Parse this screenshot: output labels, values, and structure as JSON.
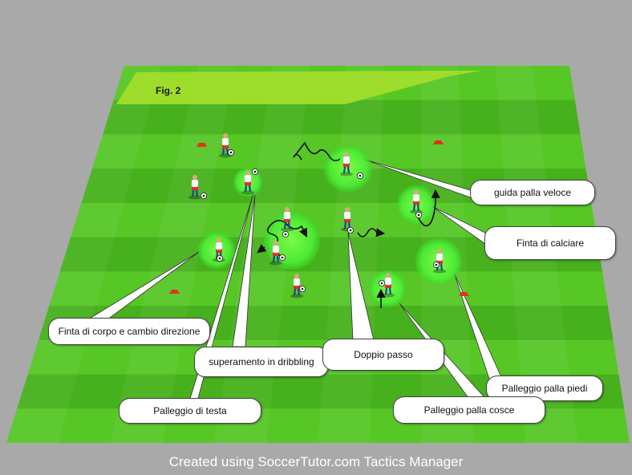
{
  "figure": {
    "label": "Fig. 2"
  },
  "callouts": {
    "guida_palla_veloce": "guida palla veloce",
    "finta_di_calciare": "Finta di calciare",
    "finta_di_corpo": "Finta di corpo e cambio direzione",
    "superamento_dribbling": "superamento in dribbling",
    "doppio_passo": "Doppio passo",
    "palleggio_palla_piedi": "Palleggio palla piedi",
    "palleggio_di_testa": "Palleggio di testa",
    "palleggio_palla_cosce": "Palleggio palla cosce"
  },
  "footer": {
    "credit": "Created using SoccerTutor.com Tactics Manager"
  },
  "colors": {
    "pitch_light": "#5fcf2a",
    "pitch_dark": "#3fa818",
    "zone": "#9ee82a",
    "highlight": "#55f23a",
    "cone": "#e2321e",
    "player_shirt": "#ffffff",
    "player_shorts": "#d8302a",
    "player_socks": "#1e3fa0"
  },
  "icons": [
    "player-icon",
    "ball-icon",
    "cone-icon",
    "arrow-icon"
  ]
}
